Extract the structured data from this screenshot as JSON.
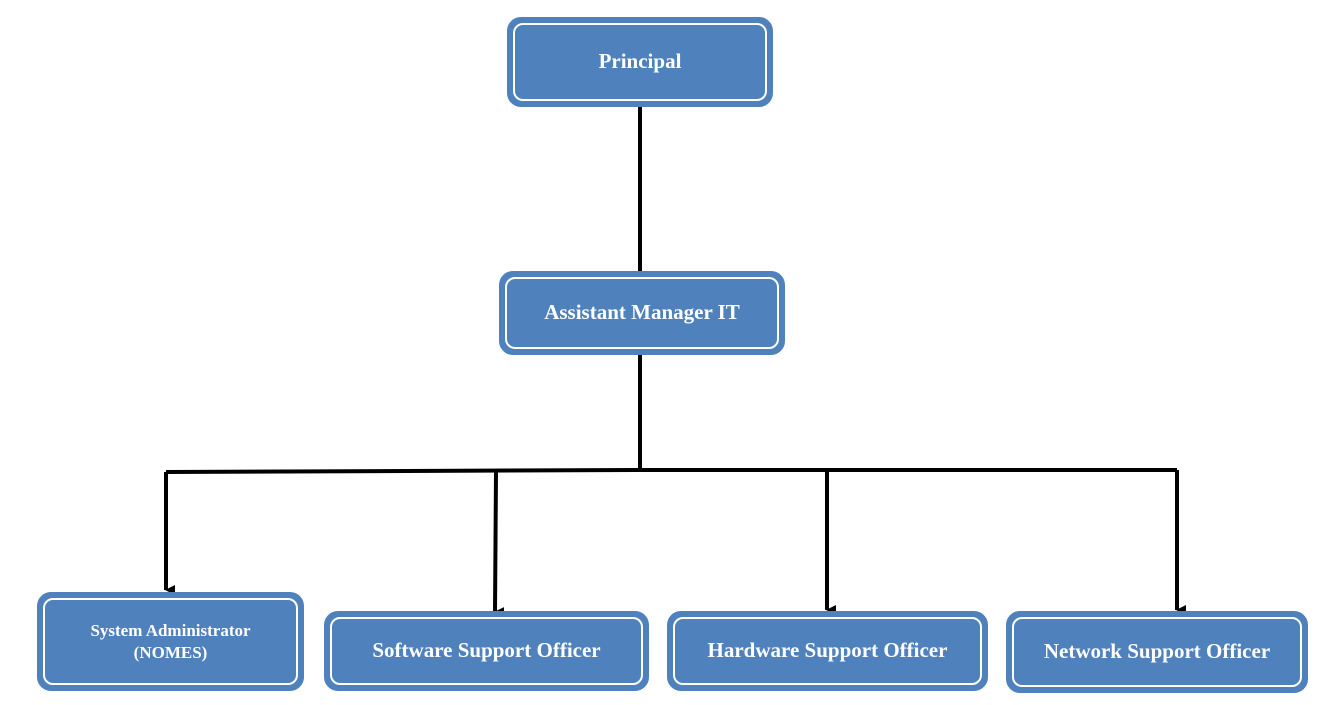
{
  "org_chart": {
    "top": {
      "label": "Principal"
    },
    "manager": {
      "label": "Assistant Manager IT"
    },
    "reports": [
      {
        "label_line1": "System Administrator",
        "label_line2": "(NOMES)"
      },
      {
        "label": "Software Support Officer"
      },
      {
        "label": "Hardware Support Officer"
      },
      {
        "label": "Network Support Officer"
      }
    ]
  },
  "colors": {
    "node_fill": "#4f81bd",
    "node_inner_border": "#ffffff",
    "connector": "#000000",
    "text": "#ffffff"
  }
}
